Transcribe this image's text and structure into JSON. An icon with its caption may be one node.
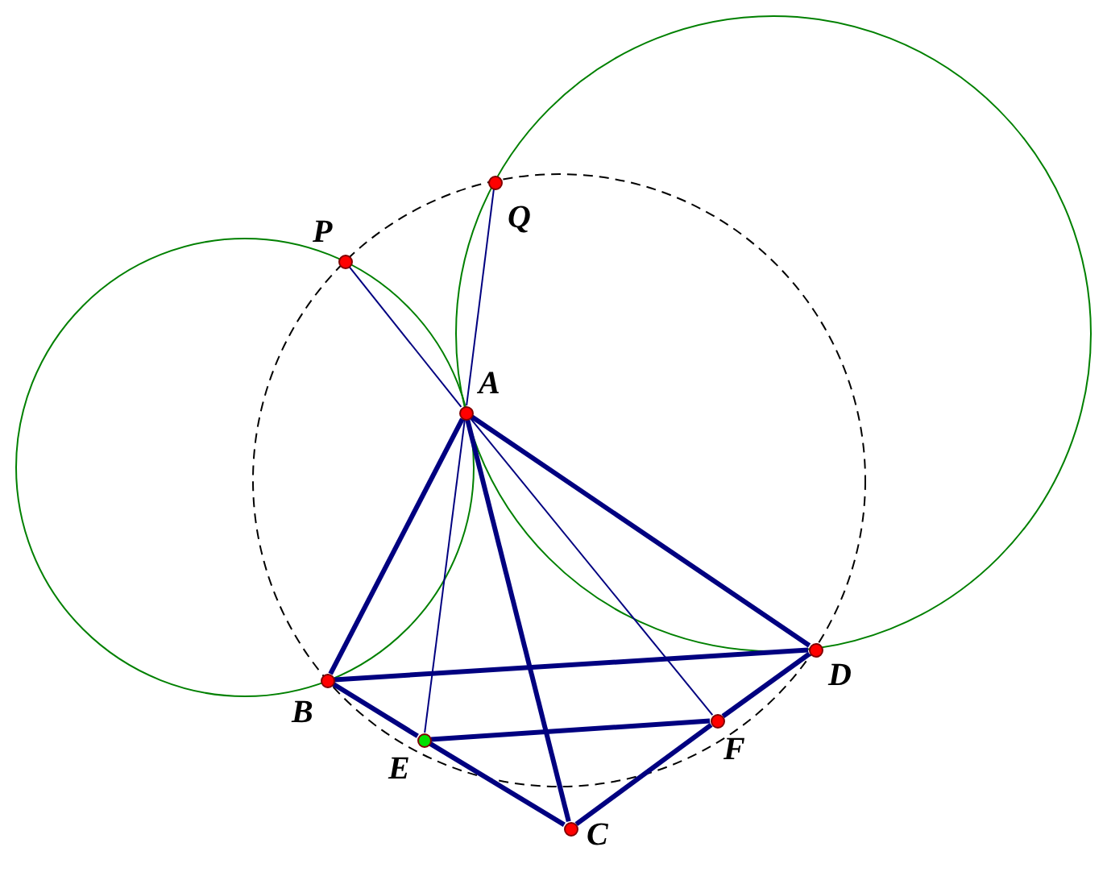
{
  "diagram": {
    "nodes": [
      {
        "text": [
          "P"
        ]
      },
      {
        "text": [
          "Q"
        ]
      },
      {
        "text": [
          "A"
        ]
      },
      {
        "text": [
          "B"
        ]
      },
      {
        "text": [
          "D"
        ]
      },
      {
        "text": [
          "E"
        ]
      },
      {
        "text": [
          "F"
        ]
      },
      {
        "text": [
          "C"
        ]
      }
    ],
    "edges": [
      {
        "from": 2,
        "to": 3,
        "arrow": "none"
      },
      {
        "from": 2,
        "to": 7,
        "arrow": "none"
      },
      {
        "from": 2,
        "to": 4,
        "arrow": "none"
      },
      {
        "from": 3,
        "to": 4,
        "arrow": "none"
      },
      {
        "from": 3,
        "to": 5,
        "arrow": "none"
      },
      {
        "from": 5,
        "to": 7,
        "arrow": "none"
      },
      {
        "from": 7,
        "to": 6,
        "arrow": "none"
      },
      {
        "from": 6,
        "to": 4,
        "arrow": "none"
      },
      {
        "from": 5,
        "to": 6,
        "arrow": "none"
      },
      {
        "from": 0,
        "to": 2,
        "arrow": "none"
      },
      {
        "from": 2,
        "to": 6,
        "arrow": "none"
      },
      {
        "from": 1,
        "to": 2,
        "arrow": "none"
      },
      {
        "from": 2,
        "to": 5,
        "arrow": "none"
      }
    ]
  }
}
